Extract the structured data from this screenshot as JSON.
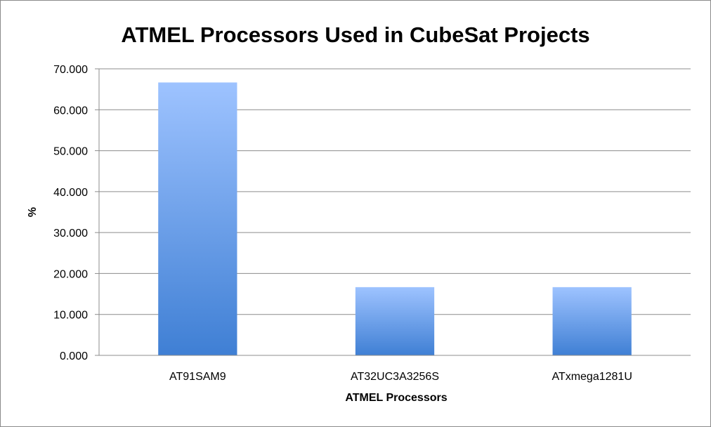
{
  "chart_data": {
    "type": "bar",
    "title": "ATMEL Processors Used in CubeSat Projects",
    "xlabel": "ATMEL Processors",
    "ylabel": "%",
    "categories": [
      "AT91SAM9",
      "AT32UC3A3256S",
      "ATxmega1281U"
    ],
    "values": [
      66.667,
      16.667,
      16.667
    ],
    "ylim": [
      0,
      70
    ],
    "yticks": [
      "0.000",
      "10.000",
      "20.000",
      "30.000",
      "40.000",
      "50.000",
      "60.000",
      "70.000"
    ],
    "ytick_values": [
      0,
      10,
      20,
      30,
      40,
      50,
      60,
      70
    ],
    "grid": true,
    "legend": "none",
    "colors": {
      "bar_top": "#9ec3ff",
      "bar_bottom": "#3f7fd4",
      "grid": "#8c8c8c",
      "axis": "#8c8c8c"
    }
  }
}
